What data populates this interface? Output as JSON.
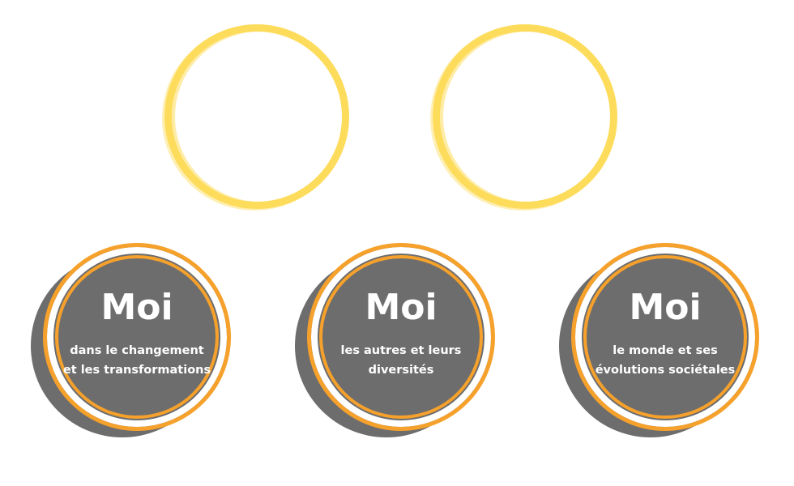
{
  "colors": {
    "top_ring": "#fddc5c",
    "disc_fill": "#6d6d6d",
    "disc_ring": "#f6a12b",
    "text": "#ffffff",
    "background": "#ffffff"
  },
  "top_rings": [
    {
      "label": ""
    },
    {
      "label": ""
    }
  ],
  "moi_circles": [
    {
      "title": "Moi",
      "subtitle": "dans le changement\net les transformations"
    },
    {
      "title": "Moi",
      "subtitle": "les autres et leurs\ndiversités"
    },
    {
      "title": "Moi",
      "subtitle": "le monde et ses\névolutions sociétales"
    }
  ]
}
